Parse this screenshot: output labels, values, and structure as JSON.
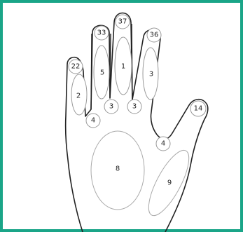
{
  "regions": {
    "thumb_tip": "14",
    "thumb_base": "4",
    "index_tip": "36",
    "index_middle": "3",
    "index_base": "3",
    "middle_tip": "37",
    "middle_middle": "1",
    "middle_base": "3",
    "ring_tip": "33",
    "ring_middle": "5",
    "little_tip": "22",
    "little_middle": "2",
    "little_base": "4",
    "palm_center": "8",
    "thenar": "9"
  }
}
